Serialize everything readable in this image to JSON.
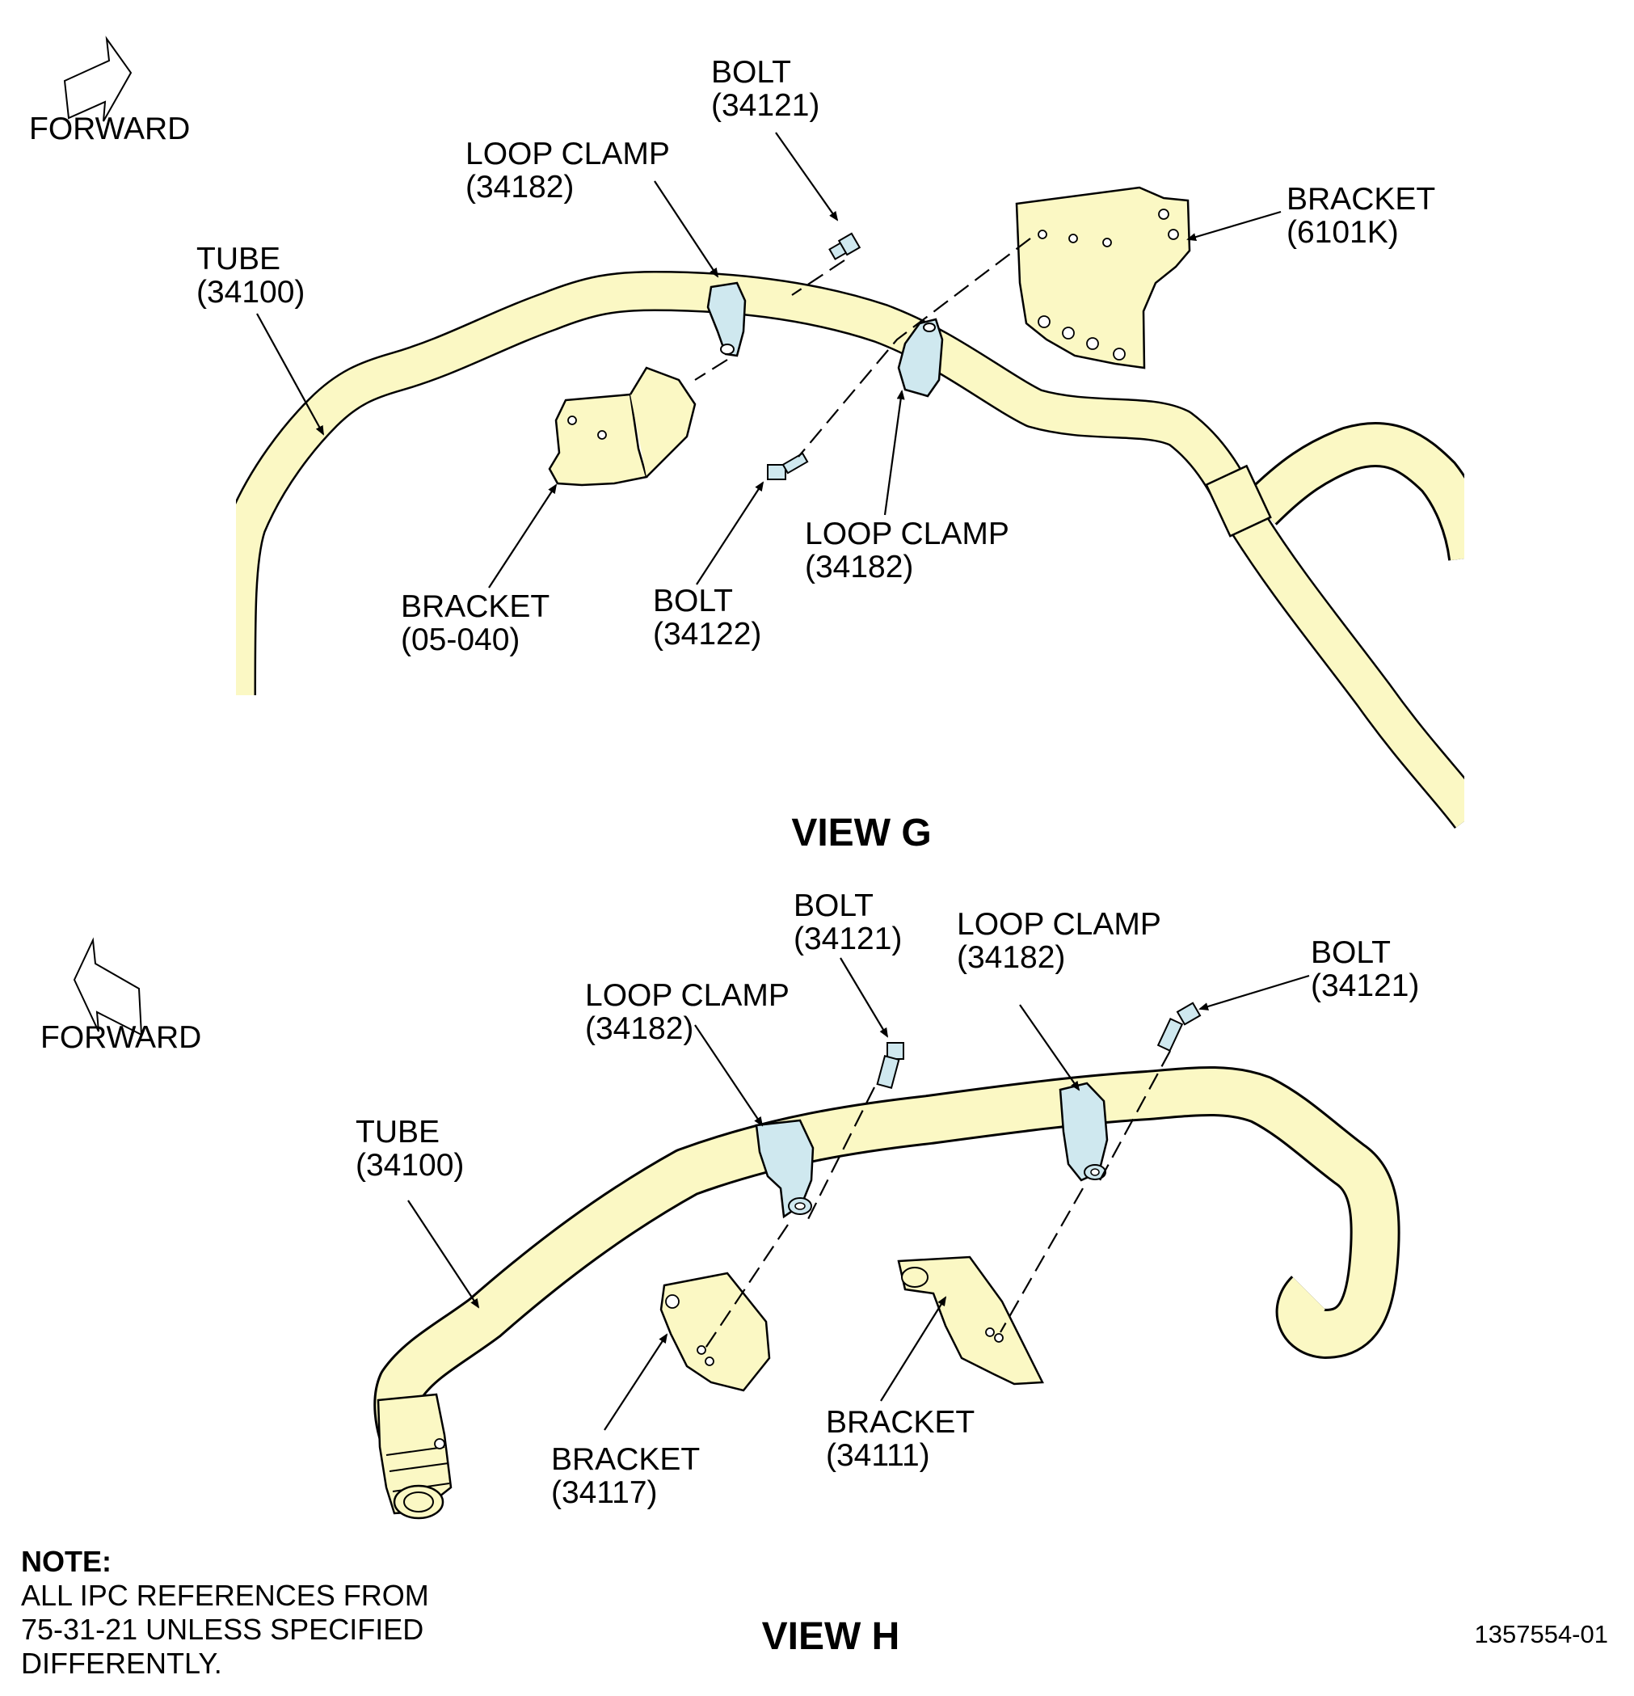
{
  "colors": {
    "tube": "#fbf8c4",
    "clamp": "#cfe8ef",
    "outline": "#000000"
  },
  "view_g": {
    "title": "VIEW G",
    "forward": "FORWARD",
    "labels": {
      "bolt_top": [
        "BOLT",
        "(34121)"
      ],
      "loop_clamp_left": [
        "LOOP CLAMP",
        "(34182)"
      ],
      "tube": [
        "TUBE",
        "(34100)"
      ],
      "bracket_right": [
        "BRACKET",
        "(6101K)"
      ],
      "bracket_left": [
        "BRACKET",
        "(05-040)"
      ],
      "bolt_bottom": [
        "BOLT",
        "(34122)"
      ],
      "loop_clamp_right": [
        "LOOP CLAMP",
        "(34182)"
      ]
    }
  },
  "view_h": {
    "title": "VIEW H",
    "forward": "FORWARD",
    "labels": {
      "bolt_left": [
        "BOLT",
        "(34121)"
      ],
      "loop_clamp_top": [
        "LOOP CLAMP",
        "(34182)"
      ],
      "bolt_right": [
        "BOLT",
        "(34121)"
      ],
      "loop_clamp_left": [
        "LOOP CLAMP",
        "(34182)"
      ],
      "tube": [
        "TUBE",
        "(34100)"
      ],
      "bracket_left": [
        "BRACKET",
        "(34117)"
      ],
      "bracket_right": [
        "BRACKET",
        "(34111)"
      ]
    }
  },
  "note": {
    "heading": "NOTE:",
    "lines": [
      "ALL IPC REFERENCES FROM",
      "75-31-21 UNLESS SPECIFIED",
      "DIFFERENTLY."
    ]
  },
  "drawing_number": "1357554-01"
}
